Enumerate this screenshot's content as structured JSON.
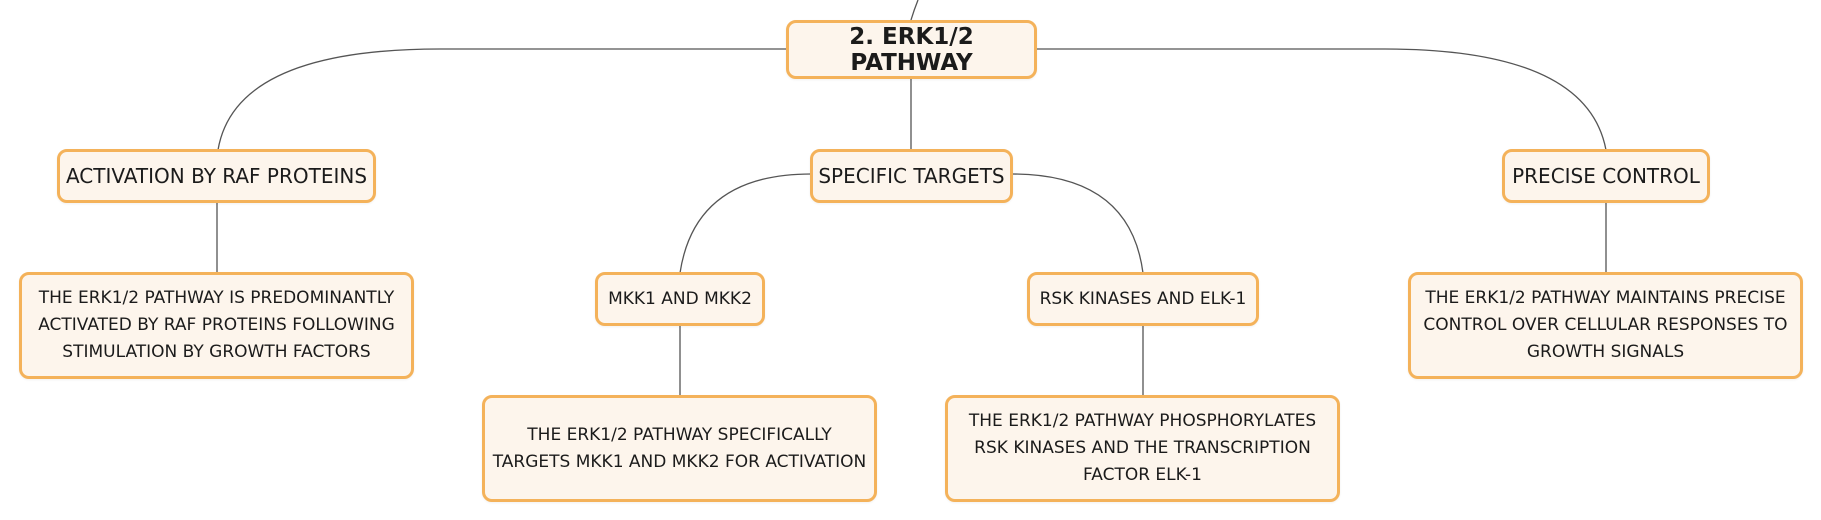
{
  "diagram": {
    "root": "2. ERK1/2 PATHWAY",
    "branches": [
      {
        "label": "ACTIVATION BY RAF PROTEINS",
        "detail": "THE ERK1/2 PATHWAY IS PREDOMINANTLY ACTIVATED BY RAF PROTEINS FOLLOWING STIMULATION BY GROWTH FACTORS"
      },
      {
        "label": "SPECIFIC TARGETS",
        "children": [
          {
            "label": "MKK1 AND MKK2",
            "detail": "THE ERK1/2 PATHWAY SPECIFICALLY TARGETS MKK1 AND MKK2 FOR ACTIVATION"
          },
          {
            "label": "RSK KINASES AND ELK-1",
            "detail": "THE ERK1/2 PATHWAY PHOSPHORYLATES RSK KINASES AND THE TRANSCRIPTION FACTOR ELK-1"
          }
        ]
      },
      {
        "label": "PRECISE CONTROL",
        "detail": "THE ERK1/2 PATHWAY MAINTAINS PRECISE CONTROL OVER CELLULAR RESPONSES TO GROWTH SIGNALS"
      }
    ]
  },
  "colors": {
    "node_border": "#f4b25a",
    "node_fill": "#fdf5ec",
    "connector": "#555555",
    "text": "#1b1b1b"
  }
}
